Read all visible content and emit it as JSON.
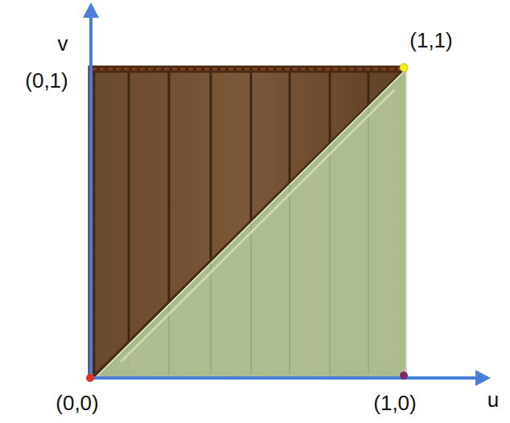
{
  "diagram": {
    "labels": [
      "v",
      "(0,1)",
      "(1,1)",
      "(0,0)",
      "(1,0)",
      "u"
    ]
  }
}
